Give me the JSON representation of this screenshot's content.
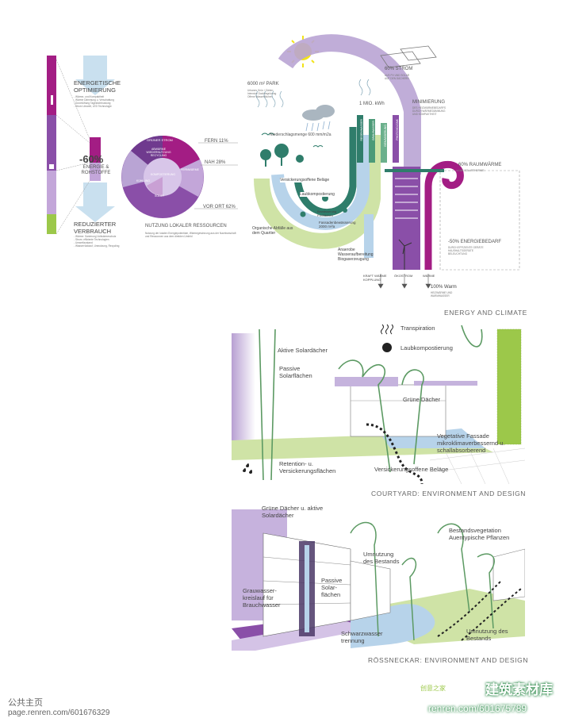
{
  "left_column": {
    "optimization_title": "ENERGETISCHE OPTIMIERUNG",
    "optimization_notes": "- Wärme- und Kompaktheit\n- Wärme Dämmung u. Verschattung\n- Durchlüftung Tageslichtnutzung\n- Strom Umwelt, LED Technologie",
    "reduction_value": "-60%",
    "reduction_label": "ENERGIE & ROHSTOFFE",
    "reduced_title": "REDUZIERTER VERBRAUCH",
    "reduced_notes": "- Wärme: Sanierung Vollwärmeschutz\n- Strom: effiziente Technologien\n- Umweltzustand\n- Wasserrücklauf, Umnutzung, Recycling"
  },
  "resources": {
    "caption": "NUTZUNG LOKALER RESSOURCEN",
    "caption_notes": "Nutzung der lokalen Energiepotentiale, Wärmegewinnung aus der Nachbarschaft und Ressourcen aus dem direkten Umfeld",
    "segments": [
      "GRÜNER STROM",
      "ABWÄRME WIEDERNUTZUNG RECYCLING",
      "KOMPOSTIERUNG",
      "KÜHLUNG",
      "FERNWÄRME",
      "REGENWASSER",
      "SOLAR"
    ],
    "fern": "FERN 11%",
    "nah": "NAH 28%",
    "vorort": "VOR ORT 62%"
  },
  "energy": {
    "park": "6000 m² PARK",
    "park_notes": "Urbanes Grün / Gärten\nIntensive Dachbegrünung\nOffene Wasserflächen",
    "rain": "Niederschlagsmenge 600 mm/m2a",
    "strom": "60% STROM",
    "strom_notes": "AUS PV UND SOLAR\nAUF DEN DÄCHERN",
    "mwh": "1 MIO. kWh",
    "minimierung": "MINIMIERUNG",
    "minimierung_notes": "DES HEIZWÄRMEBEDARFS\nDURCH WÄRMEDÄMMUNG\nUND KOMPAKTHEIT",
    "raumwaerme": "60% RAUMWÄRME",
    "raumwaerme_notes": "AUS SOLARTHERMIE",
    "energiebedarf": "-50% ENERGIEBEDARF",
    "energiebedarf_notes": "DURCH EFFIZIENTE GERÄTE\nHAUSHALTSGERÄTE\nBELEUCHTUNG",
    "belaege": "Versickerungsoffene Beläge",
    "laub": "Laubkompostierung",
    "bewaesserung": "Bewässerung Freiflächen",
    "fassade": "Fassadenbewässerung 2000 m²/a",
    "abwaerme": "Organische Abfälle aus dem Quartier",
    "anaerob": "Anaerobe Wasseraufbereitung Biogaserzeugung",
    "kraft": "KRAFT WÄRME KOPPLUNG",
    "oekostrom": "ÖKOSTROM",
    "waerme": "WÄRME",
    "warm": "100% Warm",
    "warm_notes": "HEIZWÄRME UND\nWARMWASSER",
    "vertical_1": "REGENWASSER",
    "vertical_2": "GRAUWASSER",
    "vertical_3": "BEWÄSSERUNG",
    "vertical_4": "PHOTOVOLTAIK",
    "caption": "ENERGY AND CLIMATE"
  },
  "courtyard": {
    "transpiration": "Transpiration",
    "laub": "Laubkompostierung",
    "aktiv": "Aktive Solardächer",
    "passiv": "Passive Solarflächen",
    "gruene": "Grüne Dächer",
    "fassade": "Vegetative Fassade mikroklimaverbessernd u. schallabsorberend",
    "retention": "Retention- u. Versickerungsflächen",
    "belaege": "Versickerungsoffene Beläge",
    "caption": "COURTYARD: ENVIRONMENT AND DESIGN"
  },
  "rossneckar": {
    "gruene": "Grüne Dächer u. aktive Solardächer",
    "umnutzung1": "Umnutzung des Bestands",
    "bestand": "Bestandsvegetation Auentypische Pflanzen",
    "grauwasser": "Grauwasser-kreislauf für Brauchwasser",
    "passiv": "Passive Solar-flächen",
    "schwarz": "Schwarzwasser trennung",
    "umnutzung2": "Umnutzung des Bestands",
    "caption": "RÖSSNECKAR: ENVIRONMENT AND DESIGN"
  },
  "watermarks": {
    "left_logo": "公共主页",
    "left_url": "page.renren.com/601676329",
    "right_title": "建筑素材库",
    "right_url": "renren.com/601675789",
    "small_tag": "创意之家"
  },
  "colors": {
    "purple": "#8a4fa8",
    "magenta": "#a31d84",
    "lavender": "#b9a4d4",
    "teal": "#2f7d6b",
    "green": "#9cc84a",
    "lightgreen": "#cfe3a6",
    "lightblue": "#b7d3ea",
    "sun": "#f2e31a"
  }
}
